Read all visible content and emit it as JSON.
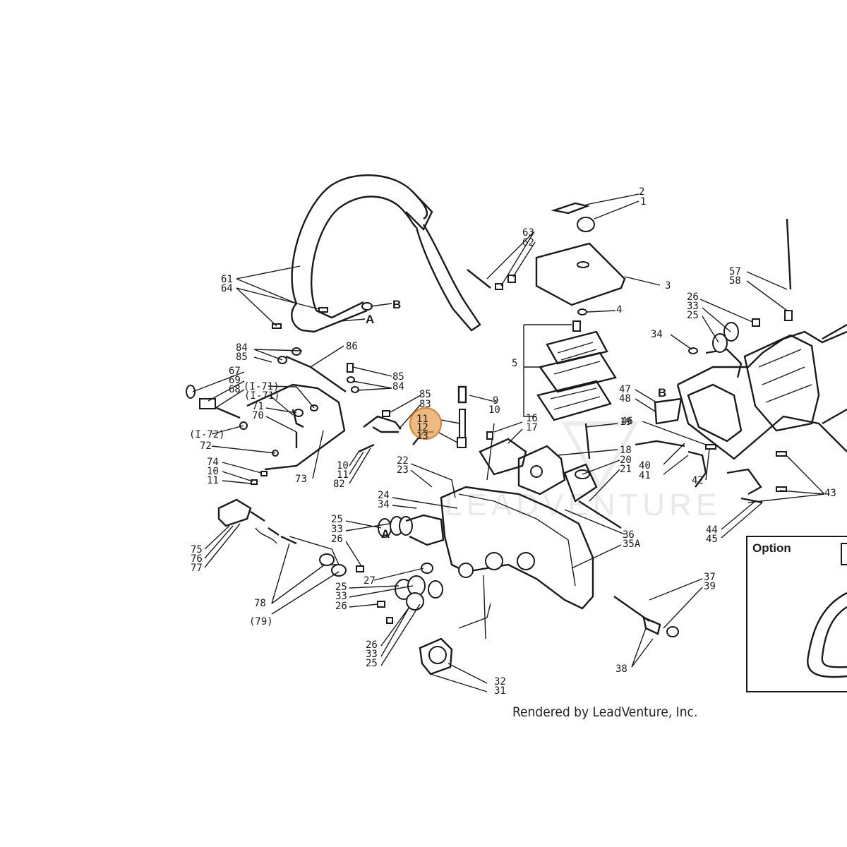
{
  "watermark": "LEADVENTURE",
  "credit": "Rendered by LeadVenture, Inc.",
  "option_box": {
    "title": "Option"
  },
  "letters": {
    "a1": "A",
    "a2": "A",
    "b1": "B",
    "b2": "B"
  },
  "highlight": {
    "label_top": "11",
    "label_mid": "12",
    "label_bot": "13",
    "color": "#e8a35a"
  },
  "labels": {
    "l1": "1",
    "l2": "2",
    "l3": "3",
    "l4": "4",
    "l5": "5",
    "l9": "9",
    "l10a": "10",
    "l16": "16",
    "l17": "17",
    "l18": "18",
    "l19": "19",
    "l20": "20",
    "l21": "21",
    "l22": "22",
    "l23": "23",
    "l24": "24",
    "l34a": "34",
    "l25a": "25",
    "l33a": "33",
    "l26a": "26",
    "l27": "27",
    "l25b": "25",
    "l33b": "33",
    "l26b": "26",
    "l26c": "26",
    "l33c": "33",
    "l25c": "25",
    "l32": "32",
    "l31": "31",
    "l36": "36",
    "l35a": "35A",
    "l37": "37",
    "l39": "39",
    "l38": "38",
    "l40": "40",
    "l41": "41",
    "l42": "42",
    "l43": "43",
    "l44": "44",
    "l45": "45",
    "l46": "46",
    "l47": "47",
    "l48": "48",
    "l34b": "34",
    "l26d": "26",
    "l33d": "33",
    "l25d": "25",
    "l57": "57",
    "l58": "58",
    "l61": "61",
    "l64": "64",
    "l62": "62",
    "l63": "63",
    "l84a": "84",
    "l85a": "85",
    "l86": "86",
    "l85b": "85",
    "l84b": "84",
    "l85c": "85",
    "l83": "83",
    "l67": "67",
    "l69": "69",
    "l68": "68",
    "l171a": "(I-71)",
    "l171b": "(I-71)",
    "l71": "71",
    "l70": "70",
    "l172": "(I-72)",
    "l72": "72",
    "l74": "74",
    "l10b": "10",
    "l11b": "11",
    "l73": "73",
    "l10c": "10",
    "l11c": "11",
    "l82": "82",
    "l75": "75",
    "l76": "76",
    "l77": "77",
    "l78": "78",
    "l79": "(79)"
  }
}
